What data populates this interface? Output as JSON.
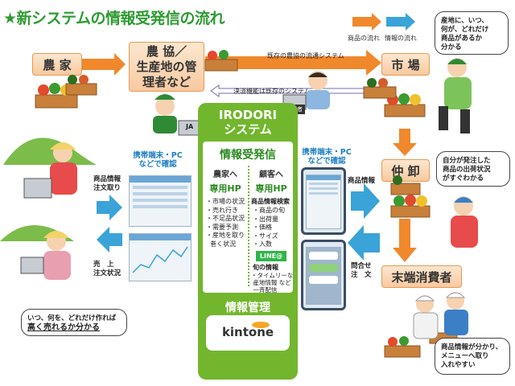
{
  "title": "★新システムの情報受発信の流れ",
  "legend": {
    "goods_flow": "商品の流れ",
    "info_flow": "情報の流れ"
  },
  "nodes": {
    "farmer": "農 家",
    "ja": "農 協／\n生産地の管\n理者など",
    "market": "市 場",
    "wholesaler": "仲 卸",
    "consumer": "末端消費者"
  },
  "bars": {
    "existing_distribution": "既存の農協の流通システム",
    "settlement": "決済機能は既存のシステム"
  },
  "badges": {
    "ja": "JA",
    "admin": "管理者"
  },
  "system": {
    "title": "IRODORI\nシステム",
    "info_send_receive": "情報受発信",
    "to_farmers": "農家へ",
    "to_customers": "顧客へ",
    "farmer_hp": "専用HP",
    "customer_hp": "専用HP",
    "farmer_items": [
      "・市場の状況",
      "・売れ行き",
      "・不足品状況",
      "・需要予測",
      "・産地を取り",
      "  巻く状況"
    ],
    "product_search": "商品情報検索",
    "customer_items": [
      "・商品の旬",
      "・出荷量",
      "・価格",
      "・サイズ",
      "・入数"
    ],
    "line": "LINE@",
    "seasonal_title": "旬の情報",
    "seasonal_items": [
      "・タイムリーな",
      " 産地情報 など",
      " 一斉配信"
    ],
    "info_mgmt": "情報管理",
    "kintone": "kintone"
  },
  "labels": {
    "mobile_left": "携帯端末・PC\nなどで確認",
    "mobile_right": "携帯端末・PC\nなどで確認",
    "product_order": "商品情報\n注文取り",
    "sales_order": "売　上\n注文状況",
    "product_info": "商品情報",
    "inquiry_order": "問合せ\n注　文"
  },
  "bubbles": {
    "market": "産地に、いつ、\n何が、どれだけ\n商品があるか\n分かる",
    "wholesaler": "自分が発注した\n商品の出荷状況\nがすぐわかる",
    "farmer_pre": "いつ、何を、どれだけ作れば",
    "farmer_em": "高く売れるか分かる",
    "consumer": "商品情報が分かり、\nメニューへ取り\n入れやすい"
  },
  "colors": {
    "green": "#72b62e",
    "title_green": "#2e9b32",
    "orange": "#f0882c",
    "blue": "#3aa3d8",
    "node_bg": "#f9d5b1",
    "bar_border": "#7b6bb5"
  }
}
